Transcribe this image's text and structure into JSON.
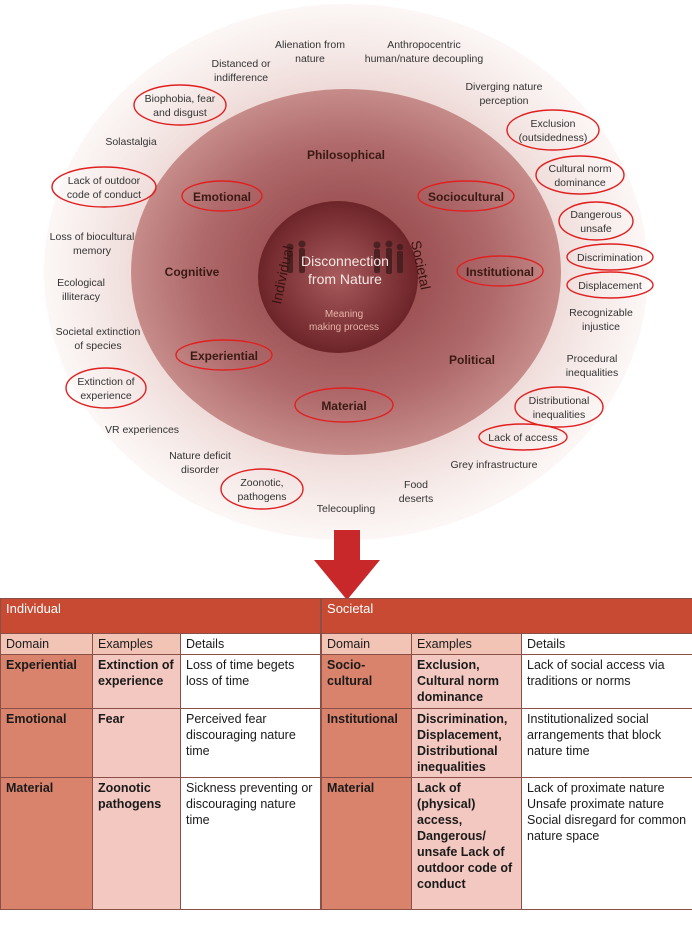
{
  "diagram": {
    "core": {
      "title_line1": "Disconnection",
      "title_line2": "from Nature",
      "subtitle_line1": "Meaning",
      "subtitle_line2": "making process",
      "left_label": "Individual",
      "right_label": "Societal"
    },
    "domains": {
      "philosophical": "Philosophical",
      "emotional": "Emotional",
      "sociocultural": "Sociocultural",
      "cognitive": "Cognitive",
      "institutional": "Institutional",
      "experiential": "Experiential",
      "political": "Political",
      "material": "Material"
    },
    "outer": {
      "alienation": [
        "Alienation from",
        "nature"
      ],
      "anthropocentric": [
        "Anthropocentric",
        "human/nature decoupling"
      ],
      "distanced": [
        "Distanced or",
        "indifference"
      ],
      "diverging": [
        "Diverging nature",
        "perception"
      ],
      "biophobia": [
        "Biophobia, fear",
        "and disgust"
      ],
      "exclusion": [
        "Exclusion",
        "(outsidedness)"
      ],
      "solastalgia": [
        "Solastalgia"
      ],
      "cultural_norm": [
        "Cultural norm",
        "dominance"
      ],
      "lack_outdoor": [
        "Lack of outdoor",
        "code of conduct"
      ],
      "dangerous": [
        "Dangerous",
        "unsafe"
      ],
      "biocultural": [
        "Loss of biocultural",
        "memory"
      ],
      "discrimination": [
        "Discrimination"
      ],
      "ecological": [
        "Ecological",
        "illiteracy"
      ],
      "displacement": [
        "Displacement"
      ],
      "societal_extinction": [
        "Societal extinction",
        "of species"
      ],
      "recognizable": [
        "Recognizable",
        "injustice"
      ],
      "procedural": [
        "Procedural",
        "inequalities"
      ],
      "extinction_exp": [
        "Extinction of",
        "experience"
      ],
      "distributional": [
        "Distributional",
        "inequalities"
      ],
      "vr": [
        "VR experiences"
      ],
      "lack_access": [
        "Lack of access"
      ],
      "nature_deficit": [
        "Nature deficit",
        "disorder"
      ],
      "grey": [
        "Grey infrastructure"
      ],
      "zoonotic": [
        "Zoonotic,",
        "pathogens"
      ],
      "food": [
        "Food",
        "deserts"
      ],
      "telecoupling": [
        "Telecoupling"
      ]
    }
  },
  "table": {
    "group_individual": "Individual",
    "group_societal": "Societal",
    "headers": [
      "Domain",
      "Examples",
      "Details"
    ],
    "individual_rows": [
      {
        "domain": "Experiential",
        "examples": "Extinction of experience",
        "details": "Loss of time begets loss of time"
      },
      {
        "domain": "Emotional",
        "examples": "Fear",
        "details": "Perceived fear discouraging  nature time"
      },
      {
        "domain": "Material",
        "examples": "Zoonotic pathogens",
        "details": "Sickness preventing or discouraging nature time"
      }
    ],
    "societal_rows": [
      {
        "domain": "Socio-cultural",
        "examples": "Exclusion, Cultural norm dominance",
        "details": "Lack of social access via traditions or norms"
      },
      {
        "domain": "Institutional",
        "examples": "Discrimination, Displacement, Distributional inequalities",
        "details": "Institutionalized social arrangements that block nature time"
      },
      {
        "domain": "Material",
        "examples": "Lack of (physical) access, Dangerous/ unsafe Lack of outdoor code of conduct",
        "details": "Lack of proximate nature Unsafe proximate nature Social disregard for common nature space"
      }
    ]
  },
  "colors": {
    "header_red": "#c84a32",
    "domain_cell": "#d9826c",
    "example_cell": "#f3c8c0",
    "highlight_oval": "#e02020",
    "arrow": "#c8282a"
  }
}
